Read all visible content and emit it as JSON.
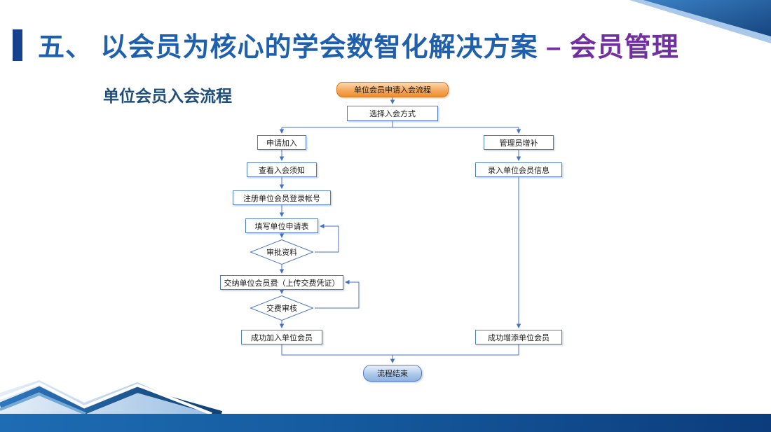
{
  "slide": {
    "title": "五、 以会员为核心的学会数智化解决方案",
    "title_accent": " – 会员管理",
    "subtitle": "单位会员入会流程"
  },
  "flowchart": {
    "start": "单位会员申请入会流程",
    "choose": "选择入会方式",
    "left": {
      "apply": "申请加入",
      "notice": "查看入会须知",
      "register": "注册单位会员登录帐号",
      "fill_form": "填写单位申请表",
      "review": "审批资料",
      "pay": "交纳单位会员费（上传交费凭证）",
      "pay_review": "交费审核",
      "success": "成功加入单位会员"
    },
    "right": {
      "admin_add": "管理员增补",
      "input_info": "录入单位会员信息",
      "success": "成功增添单位会员"
    },
    "end": "流程结束"
  },
  "colors": {
    "title_blue": "#1E5FAE",
    "title_purple": "#7030A0",
    "accent_bar": "#17418F",
    "flow_line": "#4472C4",
    "box_border": "#4E7DC1",
    "start_fill": "#F5A75B",
    "start_border": "#D4791F",
    "end_fill": "#A9C6E9",
    "footer_band": "#155A9E"
  }
}
